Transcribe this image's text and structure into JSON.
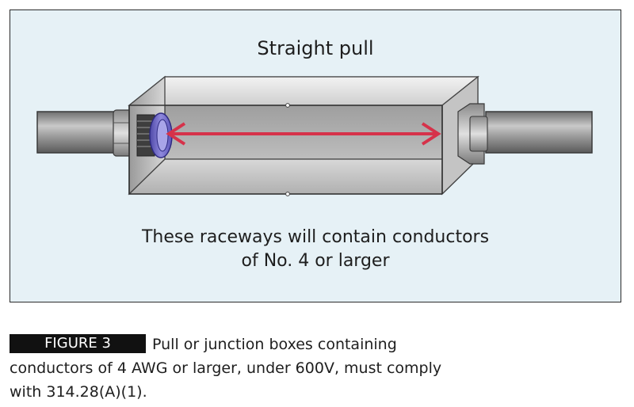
{
  "diagram": {
    "title": "Straight pull",
    "note_line1": "These raceways will contain conductors",
    "note_line2": "of No. 4 or larger"
  },
  "caption": {
    "label": "FIGURE 3",
    "line1": "Pull or junction boxes containing",
    "line2": "conductors of 4 AWG or larger, under 600V, must comply",
    "line3": "with 314.28(A)(1)."
  },
  "colors": {
    "panel_background": "#e6f1f6",
    "arrow": "#d6324a",
    "bushing": "#7a74c9"
  }
}
